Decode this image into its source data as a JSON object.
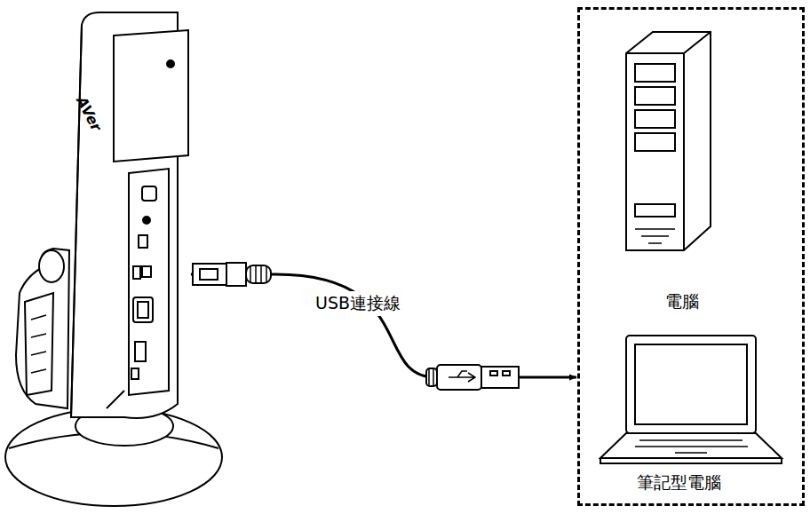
{
  "diagram": {
    "nodes": [
      {
        "text": [
          "AVer"
        ]
      },
      {
        "text": [
          "電腦",
          "筆記型電腦"
        ]
      }
    ],
    "edges": [
      {
        "from": 0,
        "to": 1,
        "arrow": "both",
        "label": "USB連接線"
      }
    ]
  }
}
